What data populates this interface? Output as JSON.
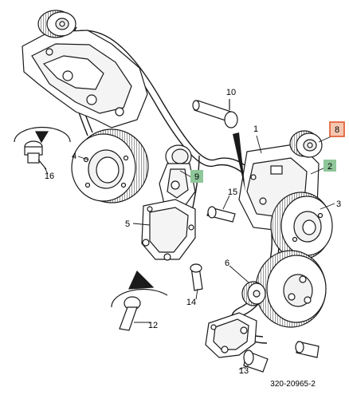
{
  "diagram": {
    "figure_id": "320-20965-2",
    "callouts": [
      {
        "id": "c1",
        "label": "1"
      },
      {
        "id": "c2",
        "label": "2",
        "highlight": "green"
      },
      {
        "id": "c3",
        "label": "3"
      },
      {
        "id": "c4",
        "label": "4"
      },
      {
        "id": "c5",
        "label": "5"
      },
      {
        "id": "c6",
        "label": "6"
      },
      {
        "id": "c8",
        "label": "8",
        "highlight": "orange"
      },
      {
        "id": "c9",
        "label": "9",
        "highlight": "green"
      },
      {
        "id": "c10",
        "label": "10"
      },
      {
        "id": "c12",
        "label": "12"
      },
      {
        "id": "c13",
        "label": "13"
      },
      {
        "id": "c14",
        "label": "14"
      },
      {
        "id": "c15",
        "label": "15"
      },
      {
        "id": "c16",
        "label": "16"
      }
    ],
    "colors": {
      "line": "#1a1a1a",
      "highlight_green": "#8fc69a",
      "highlight_orange_fill": "#f6c7b0",
      "highlight_orange_border": "#e0562a"
    }
  }
}
